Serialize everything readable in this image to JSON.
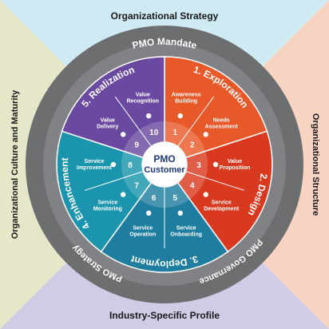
{
  "colors": {
    "top": "#cfeaf3",
    "right": "#f7d3c2",
    "bottom": "#d1cce6",
    "left": "#e6e7c9",
    "ring_outer": "#6d6e70",
    "ring_band": "#808285",
    "exploration": "#e8592a",
    "design": "#d93a1f",
    "deployment": "#1f7ea0",
    "enhancement": "#1b95ad",
    "realization": "#6a4aa0",
    "hub": "#e9eef6",
    "core_text": "#1e3a7a"
  },
  "quadrants": {
    "top": "Organizational Strategy",
    "right": "Organizational Structure",
    "bottom": "Industry-Specific Profile",
    "left": "Organizational Culture and Maturity"
  },
  "ring": {
    "top": "PMO Mandate",
    "right": "PMO Governance",
    "left": "PMO Strategy"
  },
  "phases": [
    {
      "label": "1. Exploration",
      "color_key": "exploration"
    },
    {
      "label": "2. Design",
      "color_key": "design"
    },
    {
      "label": "3. Deployment",
      "color_key": "deployment"
    },
    {
      "label": "4. Enhancement",
      "color_key": "enhancement"
    },
    {
      "label": "5. Realization",
      "color_key": "realization"
    }
  ],
  "steps": [
    {
      "number": "1",
      "label": [
        "Awareness",
        "Building"
      ]
    },
    {
      "number": "2",
      "label": [
        "Needs",
        "Assessment"
      ]
    },
    {
      "number": "3",
      "label": [
        "Value",
        "Proposition"
      ]
    },
    {
      "number": "4",
      "label": [
        "Service",
        "Development"
      ]
    },
    {
      "number": "5",
      "label": [
        "Service",
        "Onboarding"
      ]
    },
    {
      "number": "6",
      "label": [
        "Service",
        "Operation"
      ]
    },
    {
      "number": "7",
      "label": [
        "Service",
        "Monitoring"
      ]
    },
    {
      "number": "8",
      "label": [
        "Service",
        "Improvement"
      ]
    },
    {
      "number": "9",
      "label": [
        "Value",
        "Delivery"
      ]
    },
    {
      "number": "10",
      "label": [
        "Value",
        "Recognition"
      ]
    }
  ],
  "center": {
    "line1": "PMO",
    "line2": "Customer"
  }
}
